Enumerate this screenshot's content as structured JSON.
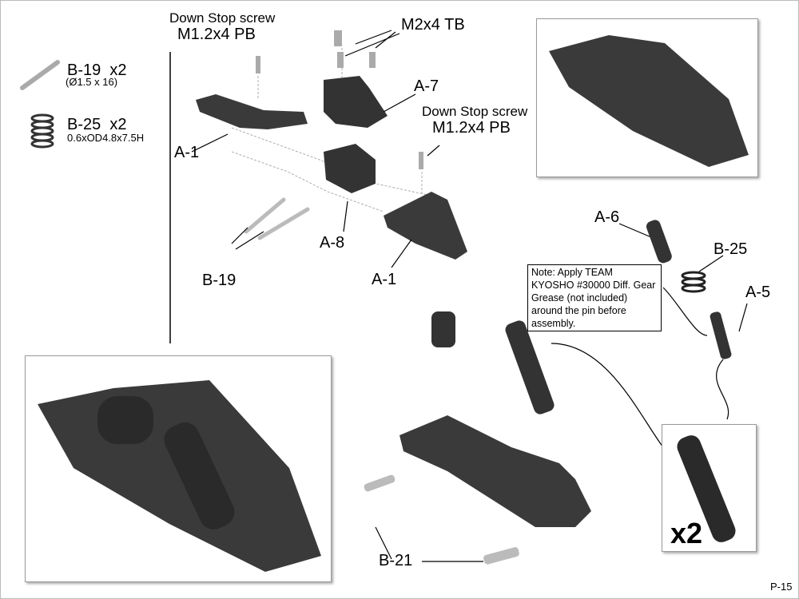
{
  "parts": [
    {
      "id": "B-19",
      "qty": "x2",
      "spec": "(Ø1.5 x 16)"
    },
    {
      "id": "B-25",
      "qty": "x2",
      "spec": "0.6xOD4.8x7.5H"
    }
  ],
  "labels": {
    "down_stop_1_title": "Down Stop screw",
    "down_stop_1_spec": "M1.2x4 PB",
    "down_stop_2_title": "Down Stop screw",
    "down_stop_2_spec": "M1.2x4 PB",
    "m2x4": "M2x4 TB",
    "a7": "A-7",
    "a1_left": "A-1",
    "a8": "A-8",
    "a1_right": "A-1",
    "b19": "B-19",
    "a6": "A-6",
    "b25": "B-25",
    "a5": "A-5",
    "b21": "B-21"
  },
  "note": "Note: Apply TEAM KYOSHO #30000 Diff. Gear Grease (not included) around the pin before assembly.",
  "multiplier": "x2",
  "page_number": "P-15"
}
